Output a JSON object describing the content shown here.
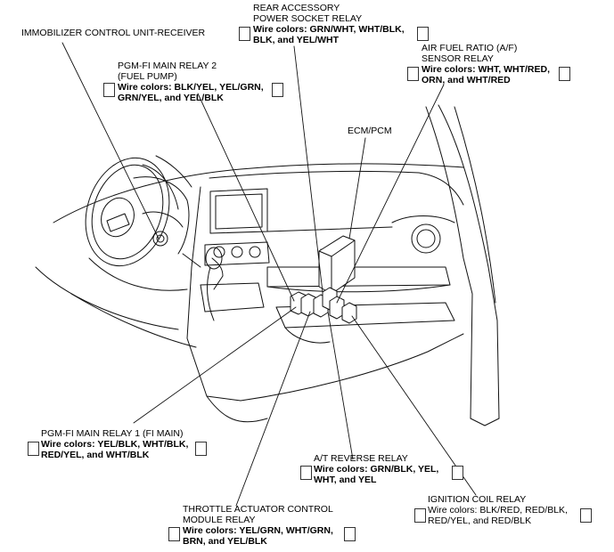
{
  "labels": {
    "immobilizer": {
      "name": "IMMOBILIZER CONTROL UNIT-RECEIVER"
    },
    "rear_accessory": {
      "name_line1": "REAR ACCESSORY",
      "name_line2": "POWER SOCKET RELAY",
      "wire_line1": "Wire colors: GRN/WHT, WHT/BLK,",
      "wire_line2": "BLK, and YEL/WHT"
    },
    "pgm_fi_relay2": {
      "name_line1": "PGM-FI MAIN RELAY 2",
      "name_line2": "(FUEL PUMP)",
      "wire_line1": "Wire colors: BLK/YEL, YEL/GRN,",
      "wire_line2": "GRN/YEL, and YEL/BLK"
    },
    "af_sensor_relay": {
      "name_line1": "AIR FUEL RATIO (A/F)",
      "name_line2": "SENSOR RELAY",
      "wire_line1": "Wire colors: WHT, WHT/RED,",
      "wire_line2": "ORN, and WHT/RED"
    },
    "ecm_pcm": {
      "name": "ECM/PCM"
    },
    "pgm_fi_relay1": {
      "name_line1": "PGM-FI MAIN RELAY 1 (FI MAIN)",
      "wire_line1": "Wire colors: YEL/BLK, WHT/BLK,",
      "wire_line2": "RED/YEL, and WHT/BLK"
    },
    "at_reverse_relay": {
      "name_line1": "A/T REVERSE RELAY",
      "wire_line1": "Wire colors: GRN/BLK, YEL,",
      "wire_line2": "WHT, and YEL"
    },
    "ignition_coil_relay": {
      "name_line1": "IGNITION COIL RELAY",
      "wire_line1": "Wire colors: BLK/RED, RED/BLK,",
      "wire_line2": "RED/YEL, and RED/BLK"
    },
    "throttle_actuator_relay": {
      "name_line1": "THROTTLE ACTUATOR CONTROL",
      "name_line2": "MODULE RELAY",
      "wire_line1": "Wire colors: YEL/GRN, WHT/GRN,",
      "wire_line2": "BRN, and YEL/BLK"
    }
  }
}
